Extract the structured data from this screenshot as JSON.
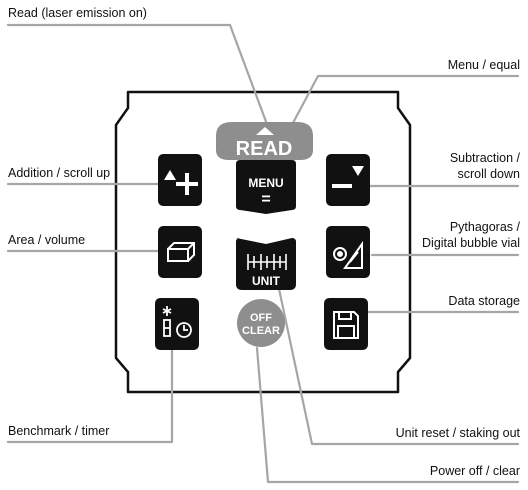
{
  "labels": {
    "read": "Read (laser emission on)",
    "menu_equal": "Menu / equal",
    "addition": "Addition / scroll up",
    "subtraction_line1": "Subtraction /",
    "subtraction_line2": "scroll down",
    "area_volume": "Area / volume",
    "pythagoras_line1": "Pythagoras /",
    "pythagoras_line2": "Digital bubble vial",
    "data_storage": "Data storage",
    "benchmark_timer": "Benchmark / timer",
    "unit_reset": "Unit reset / staking out",
    "power_off": "Power off / clear"
  },
  "keys": {
    "read": "READ",
    "menu": "MENU",
    "menu_symbol": "=",
    "unit": "UNIT",
    "off": "OFF",
    "clear": "CLEAR",
    "plus": "+",
    "minus": "–"
  },
  "icons": {
    "read_arrow": "triangle-up-icon",
    "add": "plus-icon",
    "subtract": "minus-icon",
    "area": "box-icon",
    "pythagoras": "triangle-level-icon",
    "storage": "floppy-disk-icon",
    "benchmark": "benchmark-timer-icon",
    "unit": "ruler-icon"
  },
  "colors": {
    "key_black": "#111111",
    "key_grey": "#8e8e8e",
    "leader_grey": "#a6a6a6",
    "outline": "#111111"
  }
}
